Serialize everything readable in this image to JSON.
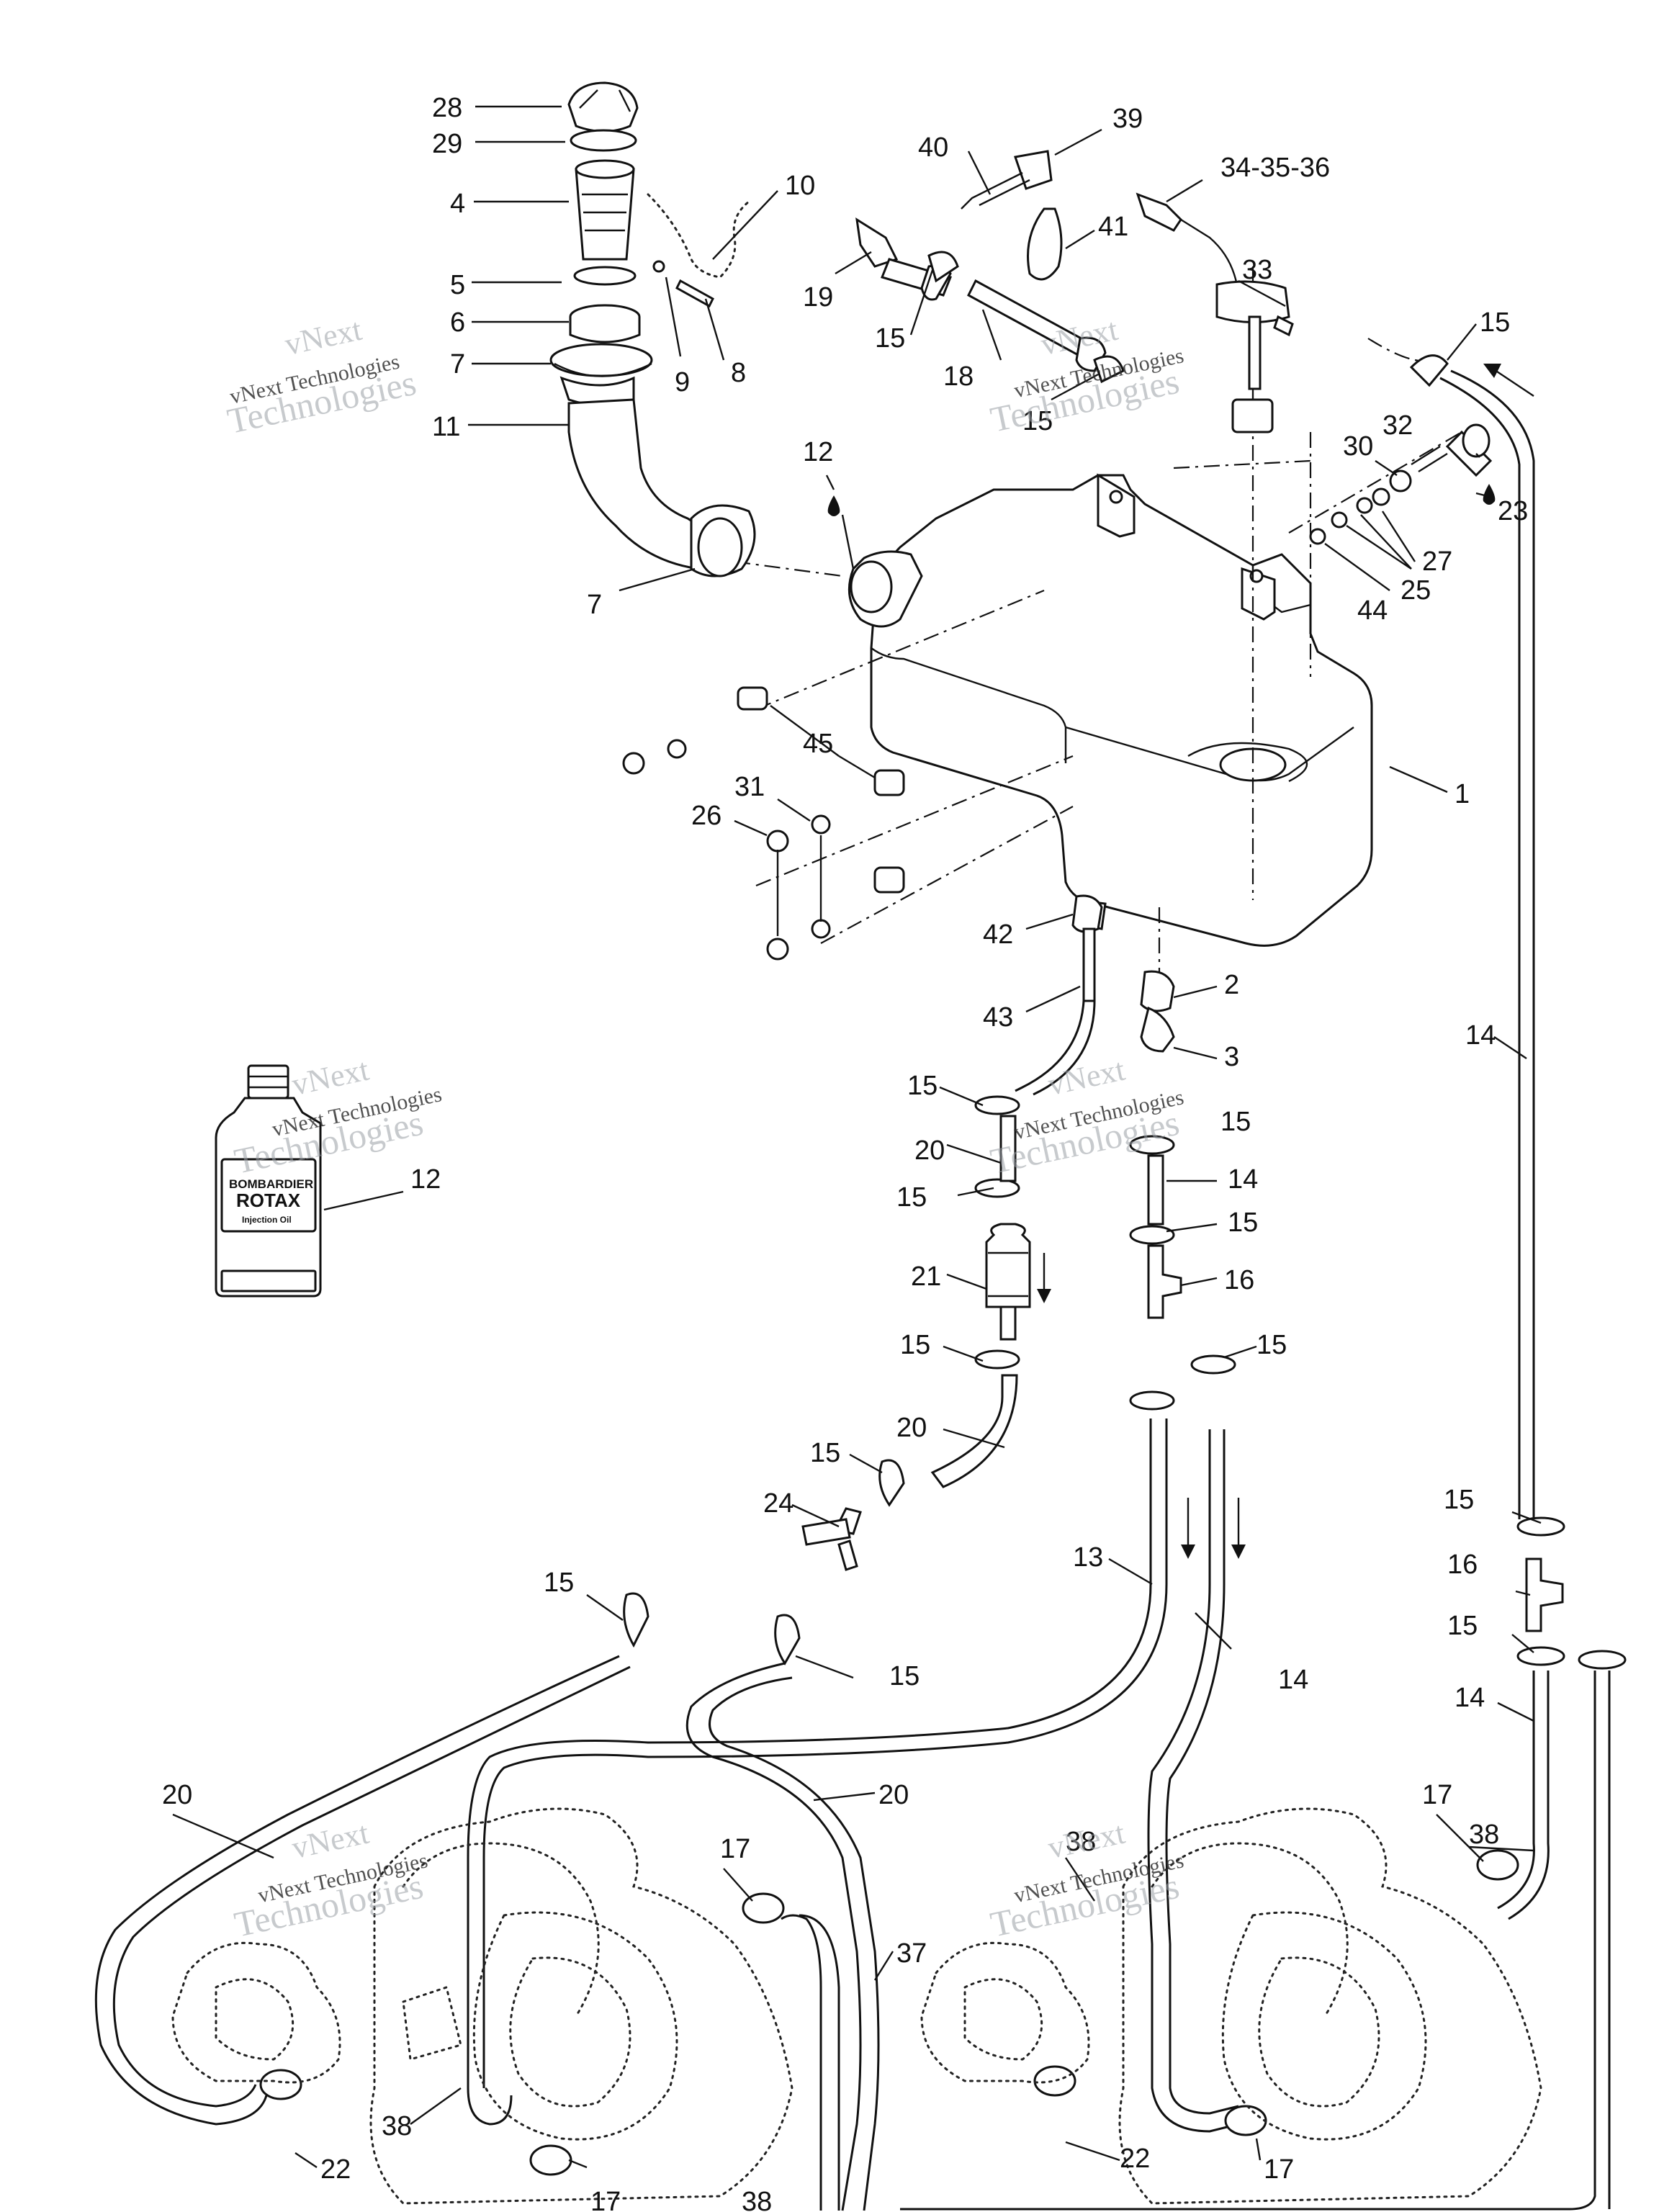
{
  "watermark": {
    "line1": "vNext",
    "line2": "vNext Technologies",
    "line3": "Technologies"
  },
  "bottle": {
    "brand": "BOMBARDIER",
    "product": "ROTAX",
    "type": "Injection Oil"
  },
  "callouts": {
    "c28": "28",
    "c29": "29",
    "c4": "4",
    "c10": "10",
    "c5": "5",
    "c6": "6",
    "c7a": "7",
    "c9": "9",
    "c8": "8",
    "c11": "11",
    "c7b": "7",
    "c12a": "12",
    "c40": "40",
    "c39": "39",
    "c3436": "34-35-36",
    "c41": "41",
    "c19": "19",
    "c33": "33",
    "c15a": "15",
    "c18": "18",
    "c15b": "15",
    "c15c": "15",
    "c32": "32",
    "c30": "30",
    "c23": "23",
    "c27": "27",
    "c25": "25",
    "c44": "44",
    "c45": "45",
    "c31": "31",
    "c26": "26",
    "c1": "1",
    "c42": "42",
    "c2": "2",
    "c43": "43",
    "c3": "3",
    "c14a": "14",
    "c12b": "12",
    "c15d": "15",
    "c15e": "15",
    "c20a": "20",
    "c14b": "14",
    "c15f": "15",
    "c15g": "15",
    "c21": "21",
    "c16a": "16",
    "c15h": "15",
    "c15i": "15",
    "c20b": "20",
    "c15j": "15",
    "c24": "24",
    "c13": "13",
    "c15k": "15",
    "c15l": "15",
    "c15m": "15",
    "c16b": "16",
    "c15n": "15",
    "c14c": "14",
    "c14d": "14",
    "c20c": "20",
    "c20d": "20",
    "c17a": "17",
    "c38a": "38",
    "c38b": "38",
    "c37": "37",
    "c17b": "17",
    "c38c": "38",
    "c22a": "22",
    "c17c": "17",
    "c22b": "22",
    "c17d": "17",
    "c38d": "38"
  }
}
